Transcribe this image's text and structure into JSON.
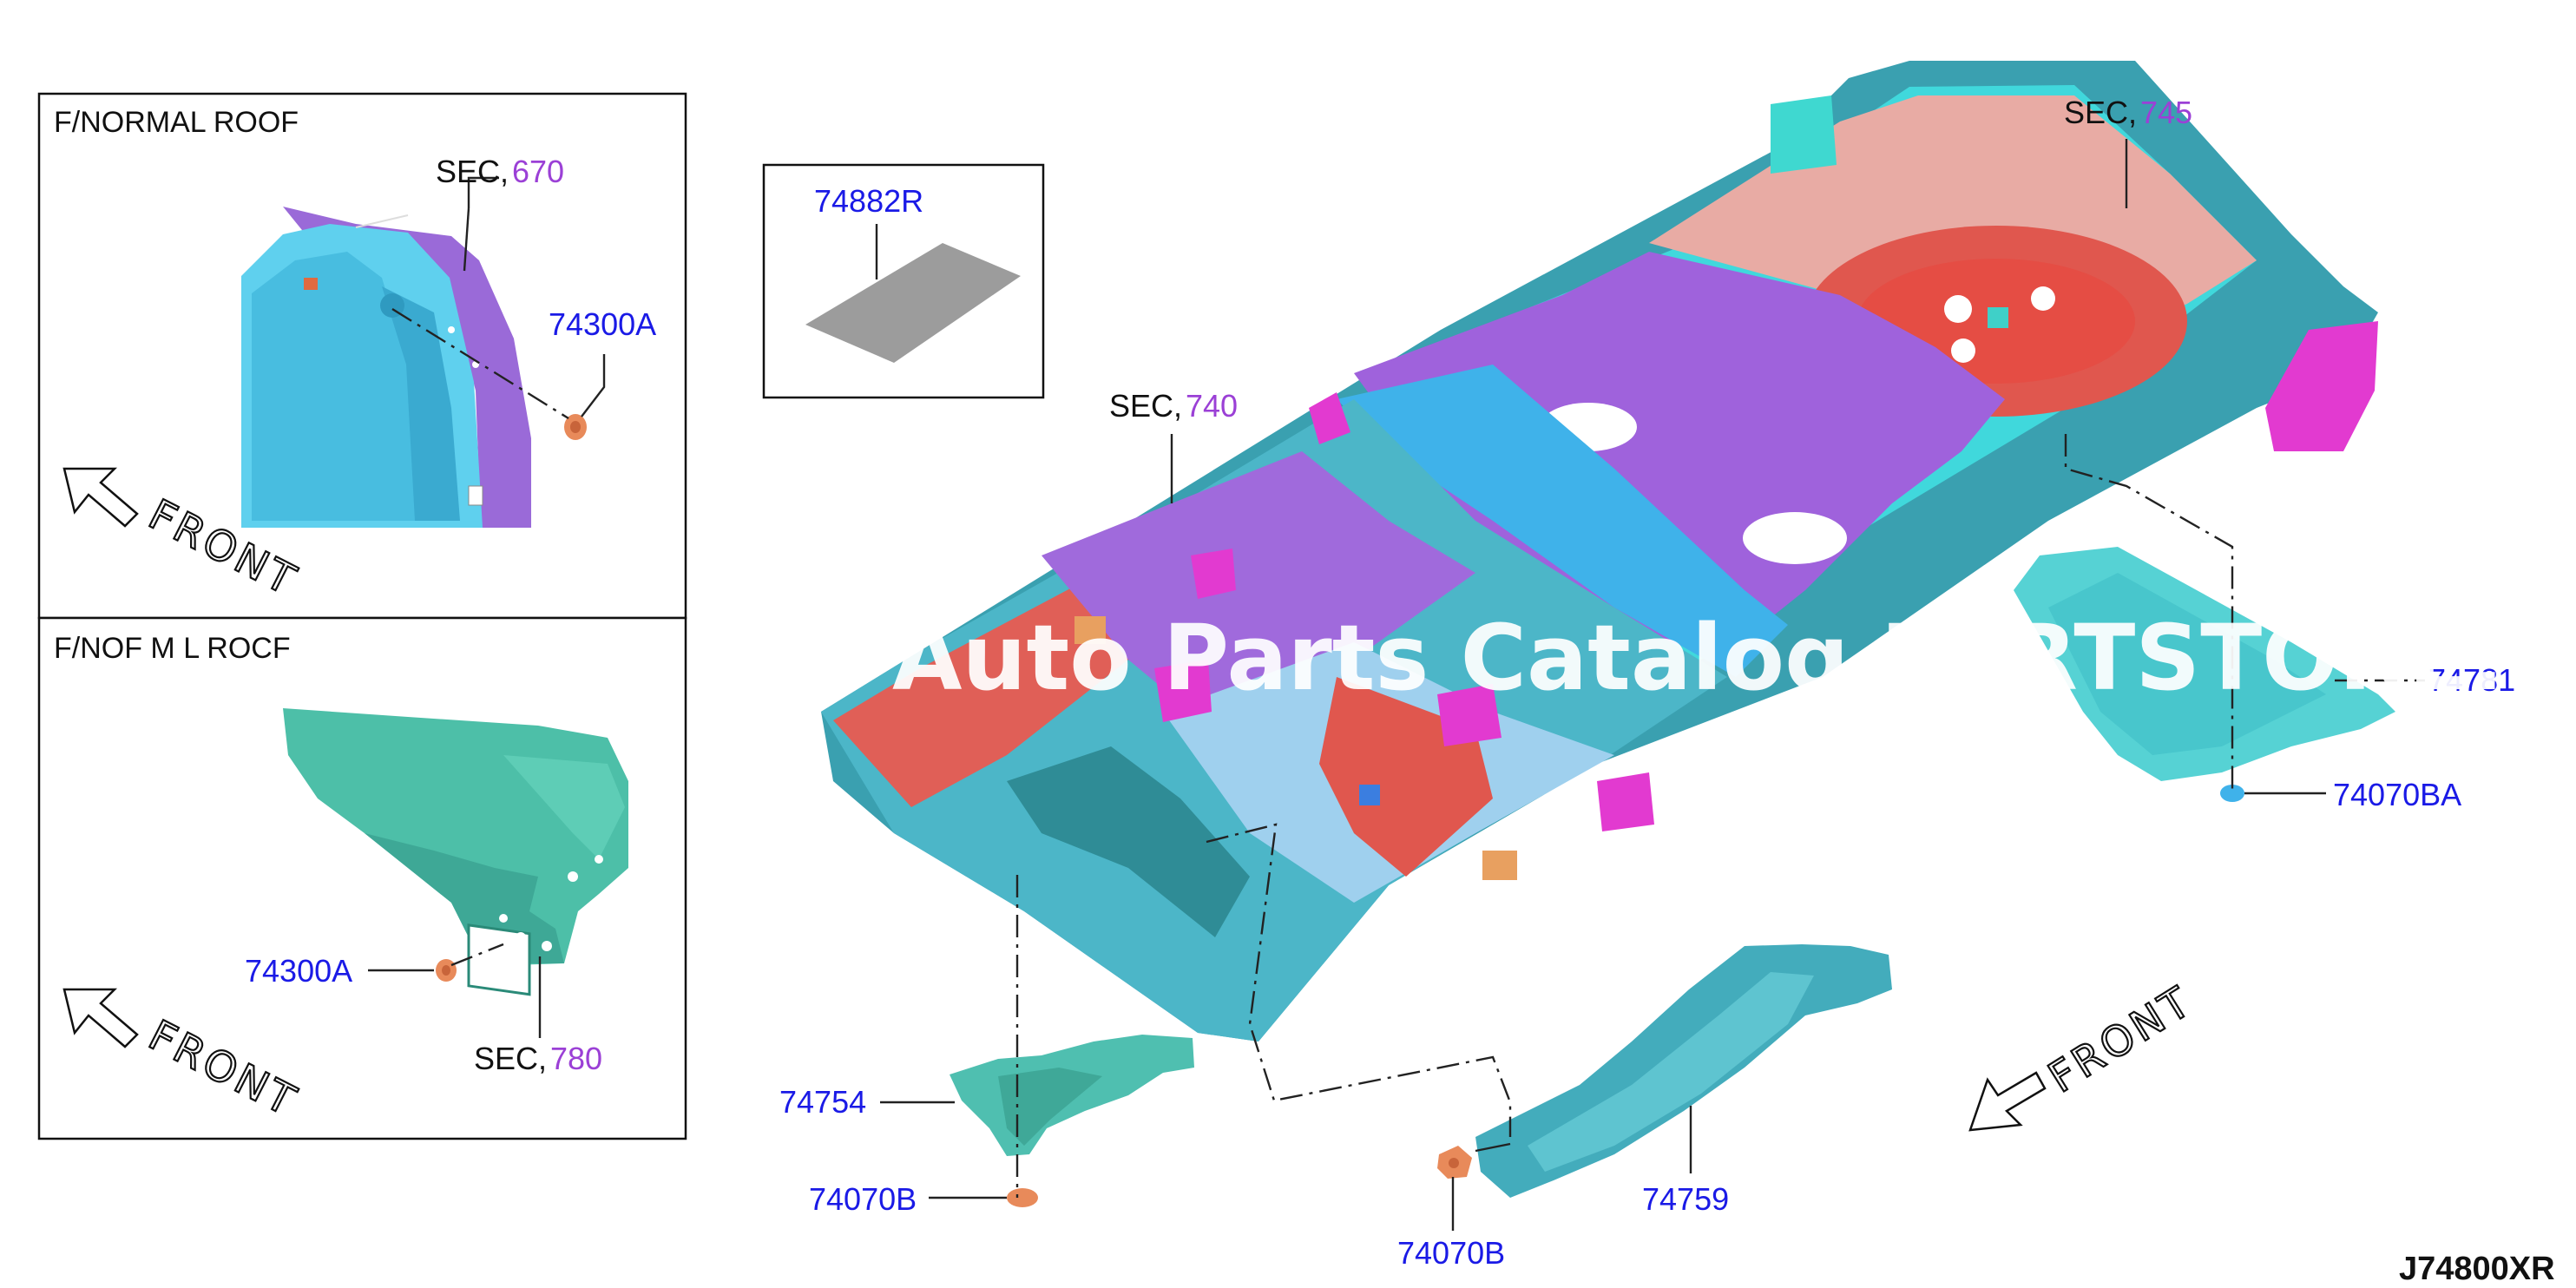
{
  "inset_top": {
    "title": "F/NORMAL ROOF",
    "sec_prefix": "SEC,",
    "sec_number": "670",
    "part": "74300A",
    "front": "FRONT"
  },
  "inset_bottom": {
    "title": "F/NOF M L ROCF",
    "sec_prefix": "SEC,",
    "sec_number": "780",
    "part": "74300A",
    "front": "FRONT"
  },
  "mat_box": {
    "part": "74882R"
  },
  "main": {
    "sec_rear_prefix": "SEC,",
    "sec_rear_number": "745",
    "sec_front_prefix": "SEC,",
    "sec_front_number": "740",
    "parts": {
      "p74781": "74781",
      "p74070BA": "74070BA",
      "p74754": "74754",
      "p74070B_left": "74070B",
      "p74070B_right": "74070B",
      "p74759": "74759"
    },
    "front": "FRONT"
  },
  "watermark": "Auto Parts Catalog PARTSTORE.",
  "diagram_code": "J74800XR",
  "colors": {
    "part_number": "#1a1ae6",
    "section_number": "#9b40d6",
    "cyan": "#3fd6e0",
    "purple": "#9a5fd8",
    "red": "#e0574e",
    "pink": "#e2a6a0",
    "magenta": "#e23ad0",
    "teal": "#3b8fa0"
  }
}
